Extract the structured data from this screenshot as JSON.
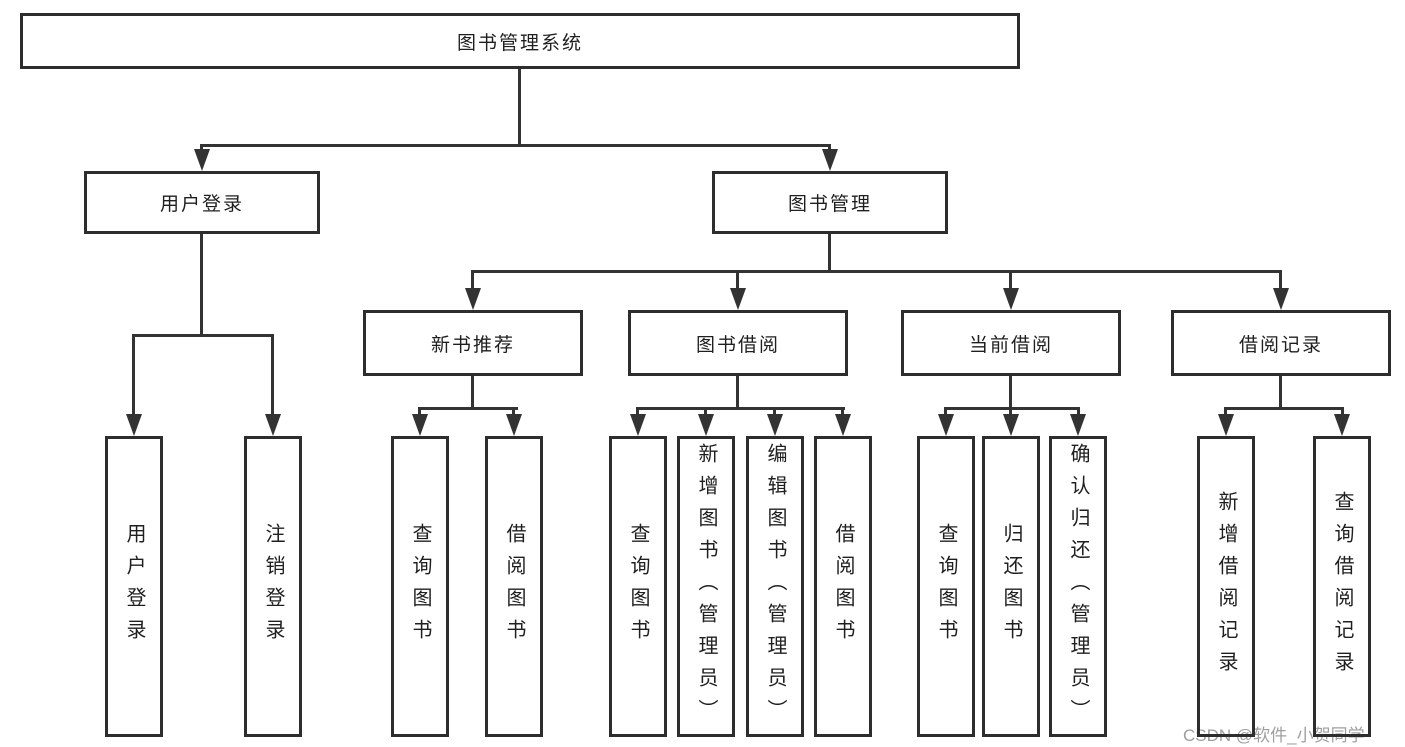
{
  "diagram": {
    "type": "tree-structure-chart",
    "root": {
      "label": "图书管理系统",
      "children": [
        {
          "label": "用户登录",
          "children": [
            {
              "label": "用户登录"
            },
            {
              "label": "注销登录"
            }
          ]
        },
        {
          "label": "图书管理",
          "children": [
            {
              "label": "新书推荐",
              "children": [
                {
                  "label": "查询图书"
                },
                {
                  "label": "借阅图书"
                }
              ]
            },
            {
              "label": "图书借阅",
              "children": [
                {
                  "label": "查询图书"
                },
                {
                  "label": "新增图书（管理员）"
                },
                {
                  "label": "编辑图书（管理员）"
                },
                {
                  "label": "借阅图书"
                }
              ]
            },
            {
              "label": "当前借阅",
              "children": [
                {
                  "label": "查询图书"
                },
                {
                  "label": "归还图书"
                },
                {
                  "label": "确认归还（管理员）"
                }
              ]
            },
            {
              "label": "借阅记录",
              "children": [
                {
                  "label": "新增借阅记录"
                },
                {
                  "label": "查询借阅记录"
                }
              ]
            }
          ]
        }
      ]
    },
    "colors": {
      "line": "#333333",
      "box_border": "#2d2d2d",
      "text": "#1f1f1f",
      "watermark": "#9e9e9e",
      "background": "#ffffff"
    }
  },
  "watermark": {
    "text": "CSDN @软件_小贺同学"
  }
}
